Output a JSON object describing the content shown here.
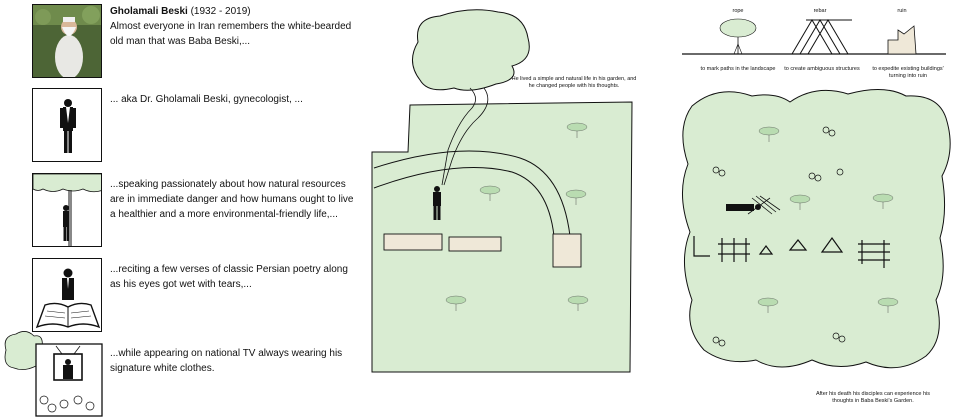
{
  "story": {
    "title_name": "Gholamali Beski",
    "title_years": "(1932 - 2019)",
    "captions": [
      "Almost everyone in Iran remembers the white-bearded old man that was Baba Beski,...",
      "... aka Dr. Gholamali Beski, gynecologist, ...",
      "...speaking passionately about how natural resources are in immediate danger and how humans ought to live a healthier and a more environmental-friendly life,...",
      "...reciting a few verses of classic Persian poetry along as his eyes got wet with tears,...",
      "...while appearing on national TV always wearing his signature white clothes."
    ]
  },
  "map": {
    "annotation": "He lived a simple and natural life in his garden, and he changed people with his thoughts."
  },
  "legend": {
    "items": [
      {
        "name": "rope",
        "desc": "to mark paths in the landscape"
      },
      {
        "name": "rebar",
        "desc": "to create ambiguous structures"
      },
      {
        "name": "ruin",
        "desc": "to expedite existing buildings' turning into ruin"
      }
    ]
  },
  "garden": {
    "annotation": "After his death his disciples can experience his thoughts in Baba Beski's Garden."
  },
  "colors": {
    "green_fill": "#d9ecd2",
    "ruin_fill": "#efe8d8",
    "tree_fill": "#b9dcb1",
    "ink": "#111111"
  }
}
